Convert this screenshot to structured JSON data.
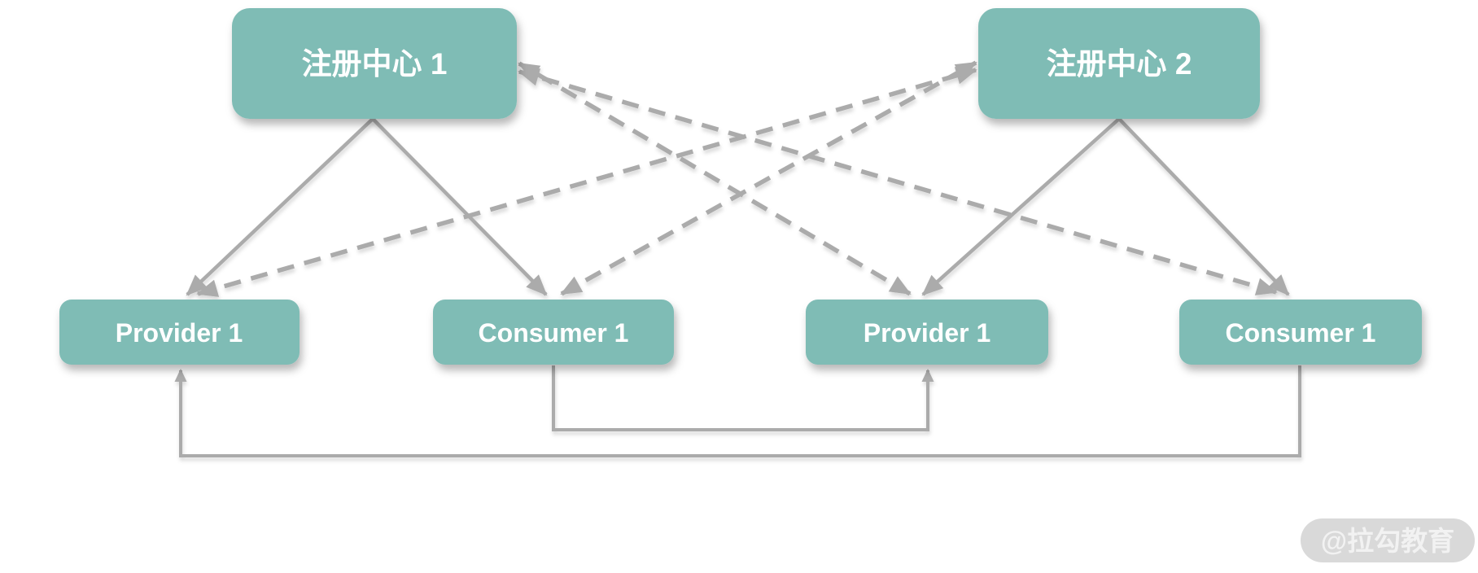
{
  "diagram": {
    "nodes": {
      "registry1": {
        "label": "注册中心 1"
      },
      "registry2": {
        "label": "注册中心 2"
      },
      "provider_left": {
        "label": "Provider 1"
      },
      "consumer_left": {
        "label": "Consumer 1"
      },
      "provider_right": {
        "label": "Provider 1"
      },
      "consumer_right": {
        "label": "Consumer 1"
      }
    },
    "edges": [
      {
        "from": "registry1",
        "to": "provider_left",
        "style": "solid",
        "arrowheads": "end"
      },
      {
        "from": "registry1",
        "to": "consumer_left",
        "style": "solid",
        "arrowheads": "end"
      },
      {
        "from": "registry2",
        "to": "provider_right",
        "style": "solid",
        "arrowheads": "end"
      },
      {
        "from": "registry2",
        "to": "consumer_right",
        "style": "solid",
        "arrowheads": "end"
      },
      {
        "from": "provider_left",
        "to": "registry2",
        "style": "dashed",
        "arrowheads": "both"
      },
      {
        "from": "consumer_left",
        "to": "registry2",
        "style": "dashed",
        "arrowheads": "both"
      },
      {
        "from": "provider_right",
        "to": "registry1",
        "style": "dashed",
        "arrowheads": "both"
      },
      {
        "from": "consumer_right",
        "to": "registry1",
        "style": "dashed",
        "arrowheads": "both"
      },
      {
        "from": "consumer_left",
        "to": "provider_right",
        "style": "solid-orthogonal",
        "arrowheads": "end"
      },
      {
        "from": "consumer_right",
        "to": "provider_left",
        "style": "solid-orthogonal",
        "arrowheads": "end"
      }
    ]
  },
  "watermark": {
    "label": "@拉勾教育"
  },
  "colors": {
    "background": "#ffffff",
    "node_fill": "#7fbcb5",
    "node_text": "#ffffff",
    "arrow": "#ababab",
    "watermark_bg": "#d9d9d9",
    "watermark_text": "#f2f2f2"
  }
}
